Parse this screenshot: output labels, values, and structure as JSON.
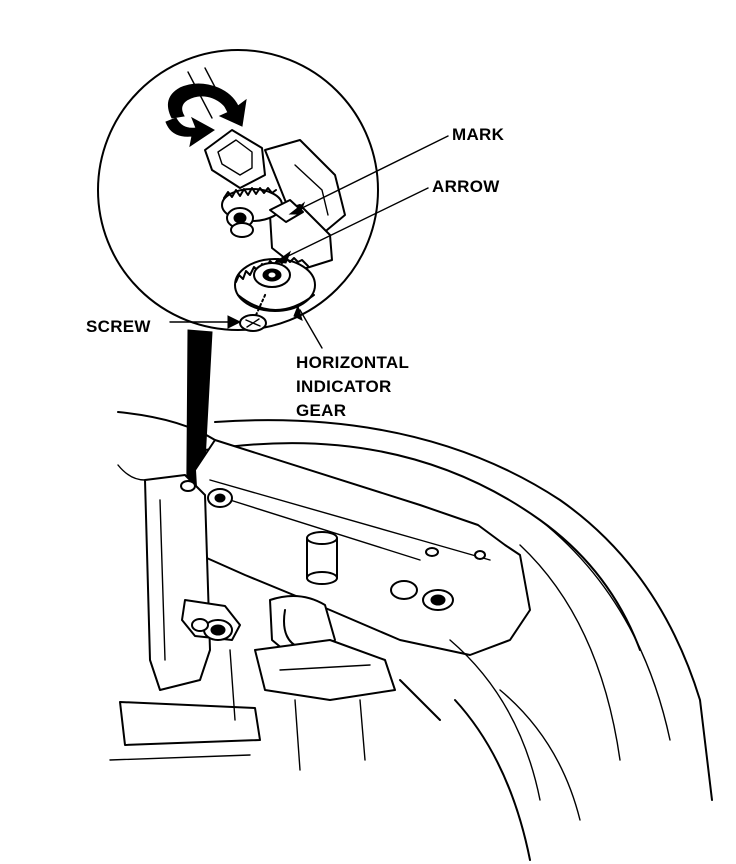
{
  "labels": {
    "mark": "MARK",
    "arrow": "ARROW",
    "screw": "SCREW",
    "gear_line1": "HORIZONTAL",
    "gear_line2": "INDICATOR",
    "gear_line3": "GEAR"
  },
  "colors": {
    "ink": "#000000",
    "paper": "#ffffff"
  },
  "icons": [
    "rotation-arrow-icon"
  ]
}
